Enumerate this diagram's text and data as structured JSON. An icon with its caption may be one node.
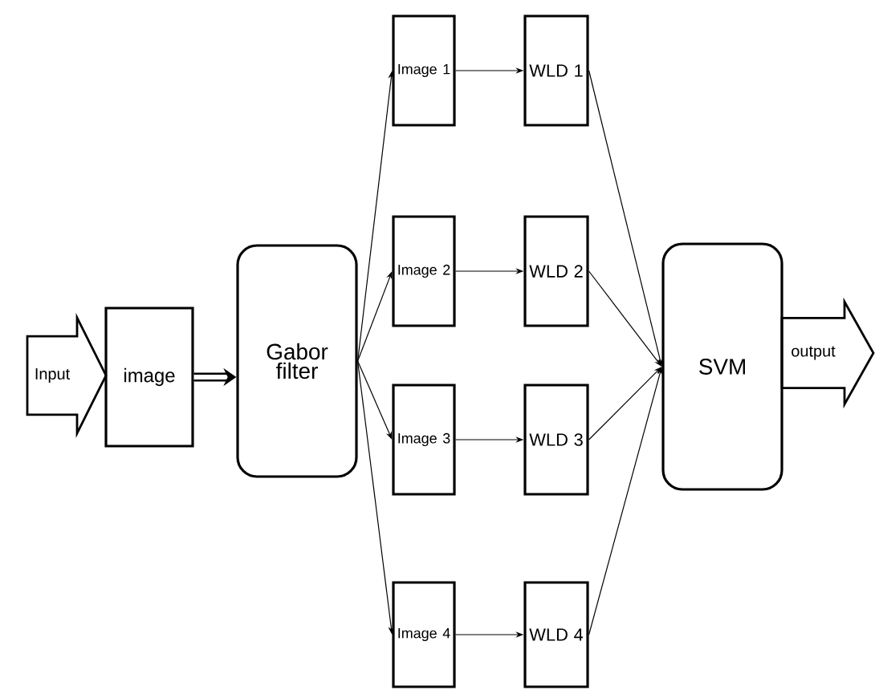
{
  "diagram": {
    "nodes": [
      {
        "text": [
          "Input"
        ]
      },
      {
        "text": [
          "image"
        ]
      },
      {
        "text": [
          "Gabor filter"
        ]
      },
      {
        "text": [
          "Image 1"
        ]
      },
      {
        "text": [
          "Image 2"
        ]
      },
      {
        "text": [
          "Image 3"
        ]
      },
      {
        "text": [
          "Image 4"
        ]
      },
      {
        "text": [
          "WLD 1"
        ]
      },
      {
        "text": [
          "WLD 2"
        ]
      },
      {
        "text": [
          "WLD 3"
        ]
      },
      {
        "text": [
          "WLD 4"
        ]
      },
      {
        "text": [
          "SVM"
        ]
      },
      {
        "text": [
          "output"
        ]
      }
    ],
    "edges": [
      {
        "from": 1,
        "to": 2,
        "arrow": "to",
        "style": "thick"
      },
      {
        "from": 2,
        "to": 3,
        "arrow": "to"
      },
      {
        "from": 2,
        "to": 4,
        "arrow": "to"
      },
      {
        "from": 2,
        "to": 5,
        "arrow": "to"
      },
      {
        "from": 2,
        "to": 6,
        "arrow": "to"
      },
      {
        "from": 3,
        "to": 7,
        "arrow": "to"
      },
      {
        "from": 4,
        "to": 8,
        "arrow": "to"
      },
      {
        "from": 5,
        "to": 9,
        "arrow": "to"
      },
      {
        "from": 6,
        "to": 10,
        "arrow": "to"
      },
      {
        "from": 7,
        "to": 11,
        "arrow": "to"
      },
      {
        "from": 8,
        "to": 11,
        "arrow": "to"
      },
      {
        "from": 9,
        "to": 11,
        "arrow": "to"
      },
      {
        "from": 10,
        "to": 11,
        "arrow": "to"
      }
    ]
  }
}
